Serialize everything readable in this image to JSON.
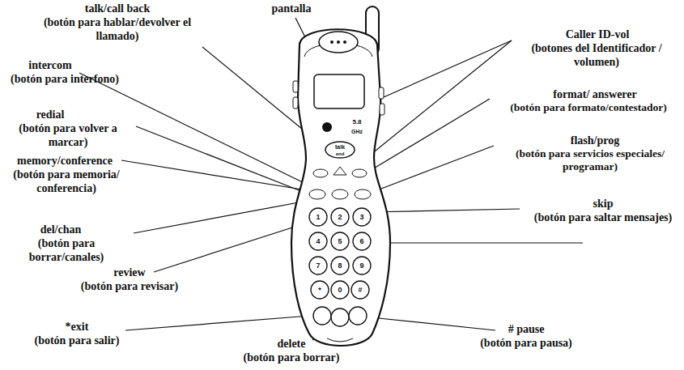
{
  "diagram": {
    "labels": [
      "talk/call back",
      "(botón para hablar/devolver el llamado)",
      "pantalla",
      "intercom",
      "(botón para interfono)",
      "Caller ID-vol",
      "(botones del Identificador / volumen)",
      "format/ answerer",
      "(botón para formato/contestador)",
      "redial",
      "(botón para volver a marcar)",
      "flash/prog",
      "(botón para servicios especiales/ programar)",
      "memory/conference",
      "(botón para memoria/ conferencia)",
      "del/chan",
      "(botón para borrar/canales)",
      "skip",
      "(botón para saltar mensajes)",
      "review",
      "(botón para revisar)",
      "*exit",
      "(botón para salir)",
      "delete",
      "(botón para borrar)",
      "# pause",
      "(botón para pausa)",
      "5.8",
      "GHz",
      "talk",
      "end",
      "1",
      "2",
      "3",
      "4",
      "5",
      "6",
      "7",
      "8",
      "9",
      "*",
      "0",
      "#"
    ]
  }
}
